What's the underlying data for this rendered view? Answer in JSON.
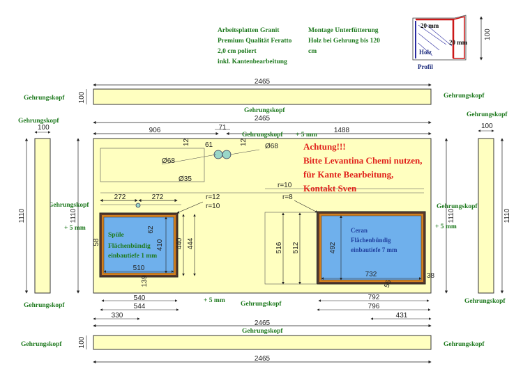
{
  "notes": {
    "material_line1": "Arbeitsplatten Granit",
    "material_line2": "Premium Qualität Feratto",
    "material_line3": "2,0 cm poliert",
    "material_line4": "inkl. Kantenbearbeitung",
    "montage_line1": "Montage Unterfütterung",
    "montage_line2": "Holz bei Gehrung bis 120",
    "montage_line3": "cm"
  },
  "profile": {
    "top_label": "20 mm",
    "right_label": "20 mm",
    "height_label": "100",
    "holz_label": "Holz",
    "profil_label": "Profil"
  },
  "warning": {
    "line1": "Achtung!!!",
    "line2": "Bitte Levantina Chemi nutzen,",
    "line3": "für Kante Bearbeitung,",
    "line4": "Kontakt Sven"
  },
  "labels": {
    "gehrungskopf": "Gehrungskopf",
    "plus5": "+ 5 mm"
  },
  "sinks": {
    "spuele_line1": "Spüle",
    "spuele_line2": "Flächenbündig",
    "spuele_line3": "einbautiefe 1 mm",
    "ceran_line1": "Ceran",
    "ceran_line2": "Flächenbündig",
    "ceran_line3": "einbautiefe 7 mm"
  },
  "dims": {
    "top_strip_len": "2465",
    "top_strip_h": "100",
    "main_len": "2465",
    "d906": "906",
    "d1488": "1488",
    "d71": "71",
    "d61": "61",
    "d12a": "12",
    "d12b": "12",
    "o68a": "Ø68",
    "o68b": "Ø68",
    "o35": "Ø35",
    "d272a": "272",
    "d272b": "272",
    "r12": "r=12",
    "r10a": "r=10",
    "r10b": "r=10",
    "r8": "r=8",
    "d58": "58",
    "d62": "62",
    "d410": "410",
    "d440": "440",
    "d444": "444",
    "d510": "510",
    "d139": "139",
    "d540": "540",
    "d544": "544",
    "d330": "330",
    "d516": "516",
    "d512": "512",
    "d492": "492",
    "d732": "732",
    "d38": "38",
    "d55": "55",
    "d792": "792",
    "d796": "796",
    "d431": "431",
    "main_bottom_len": "2465",
    "bottom_strip_len": "2465",
    "bottom_strip_h": "100",
    "side_w_left": "100",
    "side_w_right": "100",
    "side_h_left": "1110",
    "side_h_right": "1110",
    "main_h_left": "1110",
    "main_h_right": "1110"
  },
  "colors": {
    "slab": "#ffffc0",
    "sink_blue": "#6fb0ec",
    "sink_frame": "#d2801e",
    "dark_frame": "#5a3a2a",
    "green_text": "#1f7a1f",
    "red_text": "#e0201a"
  }
}
